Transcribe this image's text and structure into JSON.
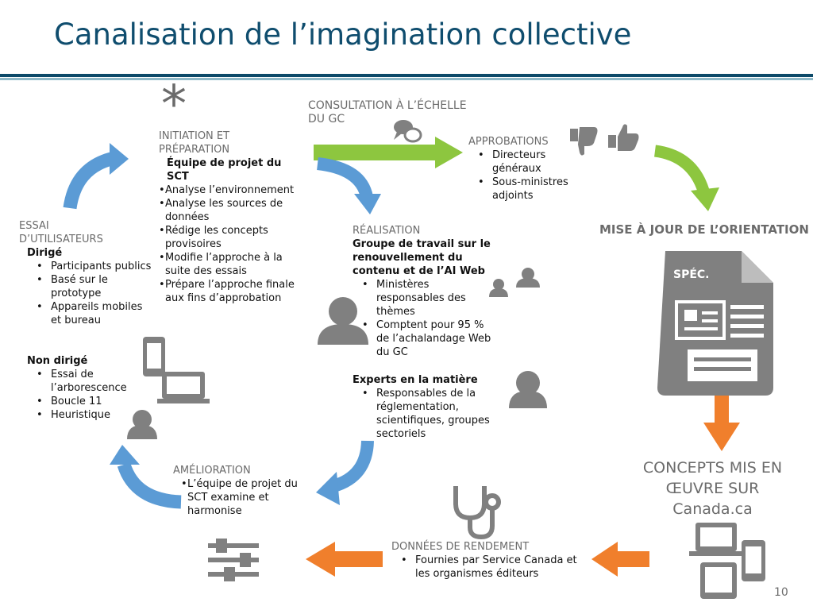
{
  "title": "Canalisation de l’imagination collective",
  "page_number": "10",
  "asterisk": "*",
  "initiation": {
    "header": "INITIATION ET PRÉPARATION",
    "team": "Équipe de projet du SCT",
    "items": [
      "Analyse l’environnement",
      "Analyse les sources de données",
      "Rédige les concepts provisoires",
      "Modifie l’approche à la suite des essais",
      "Prépare l’approche finale aux fins d’approbation"
    ]
  },
  "consultation": {
    "header": "CONSULTATION À L’ÉCHELLE DU GC"
  },
  "approbations": {
    "header": "APPROBATIONS",
    "items": [
      "Directeurs généraux",
      "Sous-ministres adjoints"
    ]
  },
  "mise_a_jour": {
    "header": "MISE À JOUR DE L’ORIENTATION",
    "doc_label": "SPÉC."
  },
  "realisation": {
    "header": "RÉALISATION",
    "group": "Groupe de travail sur le renouvellement du contenu et de l’AI Web",
    "group_items": [
      "Ministères responsables des thèmes",
      "Comptent pour 95 % de l’achalandage Web du GC"
    ],
    "experts": "Experts en la matière",
    "experts_items": [
      "Responsables de la réglementation, scientifiques, groupes sectoriels"
    ]
  },
  "essai": {
    "header": "ESSAI D’UTILISATEURS",
    "dirige": "Dirigé",
    "dirige_items": [
      "Participants publics",
      "Basé sur le prototype",
      "Appareils mobiles et bureau"
    ],
    "non_dirige": "Non dirigé",
    "non_dirige_items": [
      "Essai de l’arborescence",
      "Boucle 11",
      "Heuristique"
    ]
  },
  "amelioration": {
    "header": "AMÉLIORATION",
    "items": [
      "L’équipe de projet du SCT examine et harmonise"
    ]
  },
  "concepts": {
    "text": "CONCEPTS MIS EN ŒUVRE SUR Canada.ca"
  },
  "donnees": {
    "header": "DONNÉES DE RENDEMENT",
    "items": [
      "Fournies par Service Canada et les organismes éditeurs"
    ]
  },
  "colors": {
    "title": "#0f4d6e",
    "blue_arrow": "#5b9bd5",
    "green_arrow": "#8dc63f",
    "orange_arrow": "#f07f2c",
    "icon_gray": "#808080"
  }
}
